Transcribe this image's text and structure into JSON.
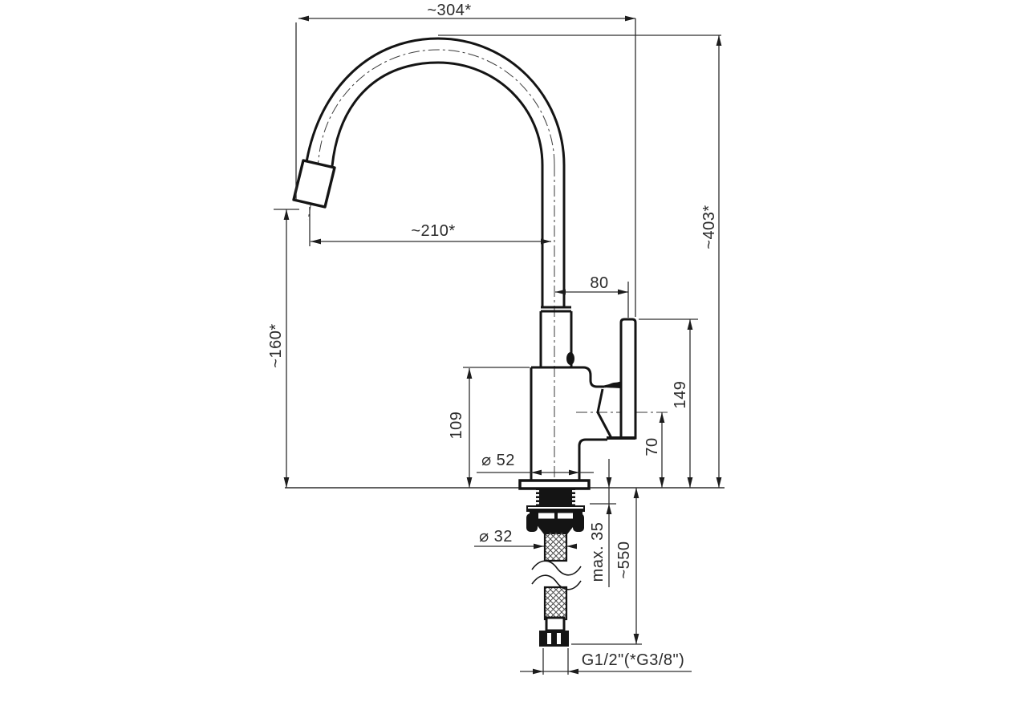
{
  "drawing": {
    "type": "technical-dimension-drawing",
    "subject": "kitchen-faucet-side-view",
    "background_color": "#ffffff",
    "outline_color": "#141414",
    "dim_line_color": "#2e2e2e",
    "dimensions": {
      "overall_reach": "~304*",
      "spout_reach": "~210*",
      "handle_offset": "80",
      "overall_height": "~403*",
      "spout_outlet_height": "~160*",
      "body_height": "109",
      "handle_top_height": "149",
      "pivot_height": "70",
      "base_diameter": "⌀ 52",
      "shank_diameter": "⌀ 32",
      "max_deck_thickness": "max. 35",
      "hose_length": "~550",
      "connection_thread": "G1/2\"(*G3/8\")"
    }
  }
}
